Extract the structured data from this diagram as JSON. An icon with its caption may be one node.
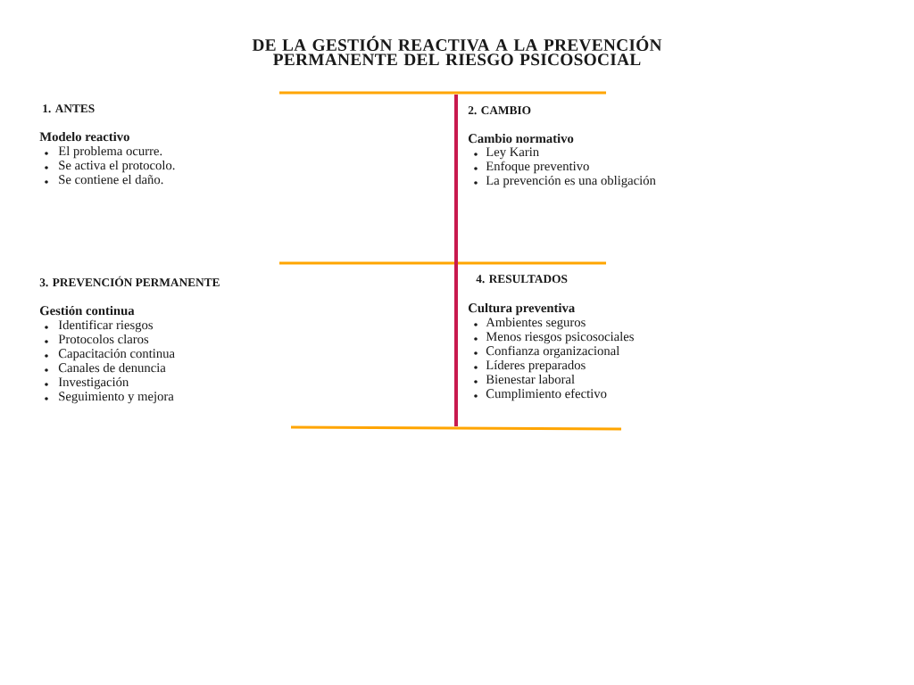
{
  "diagram": {
    "title": "DE LA GESTIÓN REACTIVA A LA PREVENCIÓN PERMANENTE DEL RIESGO PSICOSOCIAL",
    "labels": [
      "1. ANTES",
      "Modelo reactivo",
      "El problema ocurre.",
      "Se activa el protocolo.",
      "Se contiene el daño.",
      "2. CAMBIO",
      "Cambio normativo",
      "Ley Karin",
      "Enfoque preventivo",
      "La prevención es una obligación",
      "3. PREVENCIÓN PERMANENTE",
      "Gestión continua",
      "Identificar riesgos",
      "Protocolos claros",
      "Capacitación continua",
      "Canales de denuncia",
      "Investigación",
      "Seguimiento y mejora",
      "4. RESULTADOS",
      "Cultura preventiva",
      "Ambientes seguros",
      "Menos riesgos psicosociales",
      "Confianza organizacional",
      "Líderes preparados",
      "Bienestar laboral",
      "Cumplimiento efectivo"
    ]
  }
}
